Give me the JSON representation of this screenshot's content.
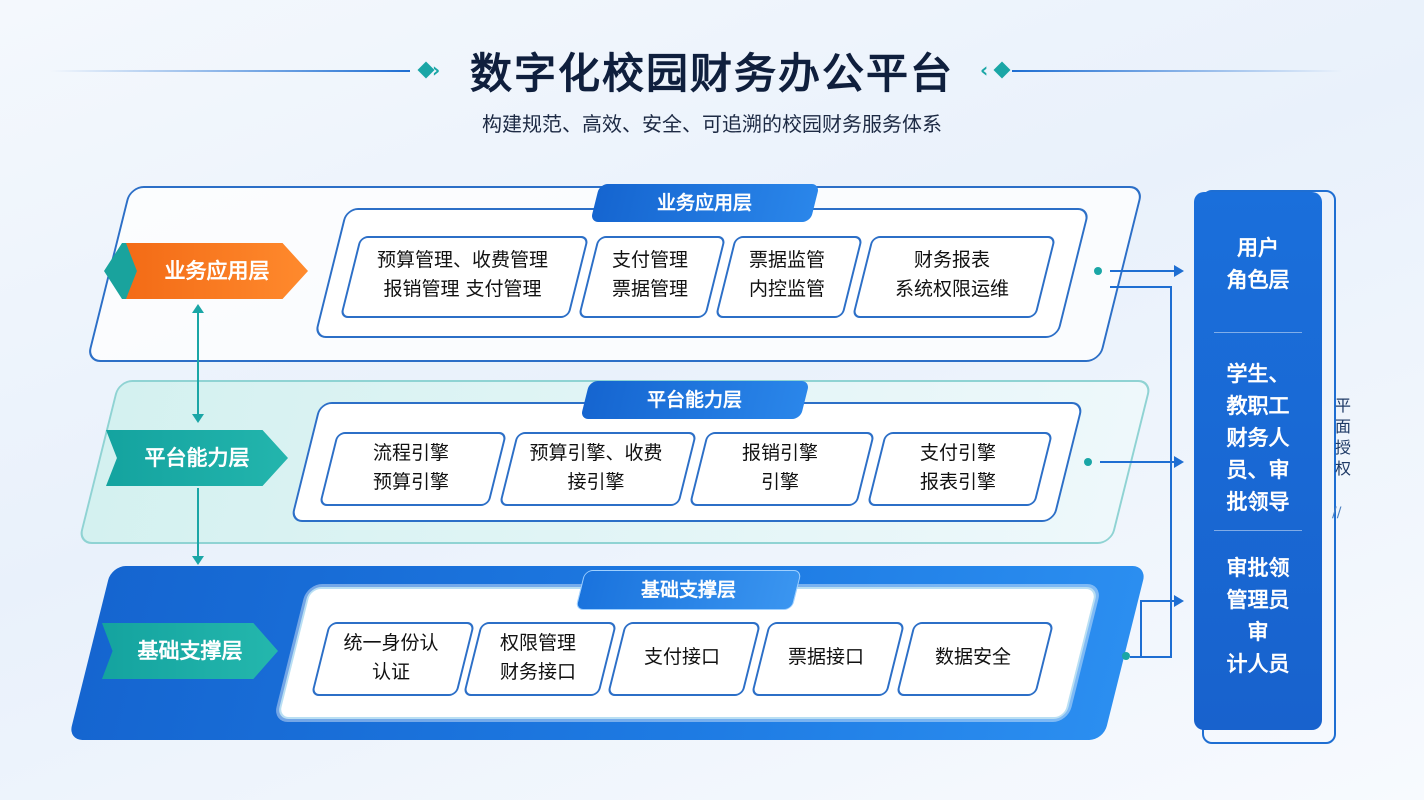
{
  "header": {
    "title": "数字化校园财务办公平台",
    "subtitle": "构建规范、高效、安全、可追溯的校园财务服务体系"
  },
  "layers": [
    {
      "header": "业务应用层",
      "tag": "业务应用层",
      "modules": [
        [
          "预算管理、收费管理",
          "报销管理 支付管理"
        ],
        [
          "支付管理",
          "票据管理"
        ],
        [
          "票据监管",
          "内控监管"
        ],
        [
          "财务报表",
          "系统权限运维"
        ]
      ]
    },
    {
      "header": "平台能力层",
      "tag": "平台能力层",
      "modules": [
        [
          "流程引擎",
          "预算引擎"
        ],
        [
          "预算引擎、收费",
          "接引擎"
        ],
        [
          "报销引擎",
          "引擎"
        ],
        [
          "支付引擎",
          "报表引擎"
        ]
      ]
    },
    {
      "header": "基础支撑层",
      "tag": "基础支撑层",
      "modules": [
        [
          "统一身份认",
          "认证"
        ],
        [
          "权限管理",
          "财务接口"
        ],
        [
          "支付接口"
        ],
        [
          "票据接口"
        ],
        [
          "数据安全"
        ]
      ]
    }
  ],
  "user_panel": {
    "title_lines": [
      "用户",
      "角色层"
    ],
    "group1_lines": [
      "学生、",
      "教职工",
      "财务人",
      "员、审",
      "批领导"
    ],
    "group2_lines": [
      "审批领",
      "管理员",
      "审",
      "计人员"
    ],
    "side_label_lines": [
      "平",
      "面",
      "授",
      "权"
    ],
    "side_marks": "//"
  },
  "colors": {
    "primary_blue": "#1e6ed2",
    "teal": "#1aa6a6",
    "orange": "#f36b16"
  }
}
